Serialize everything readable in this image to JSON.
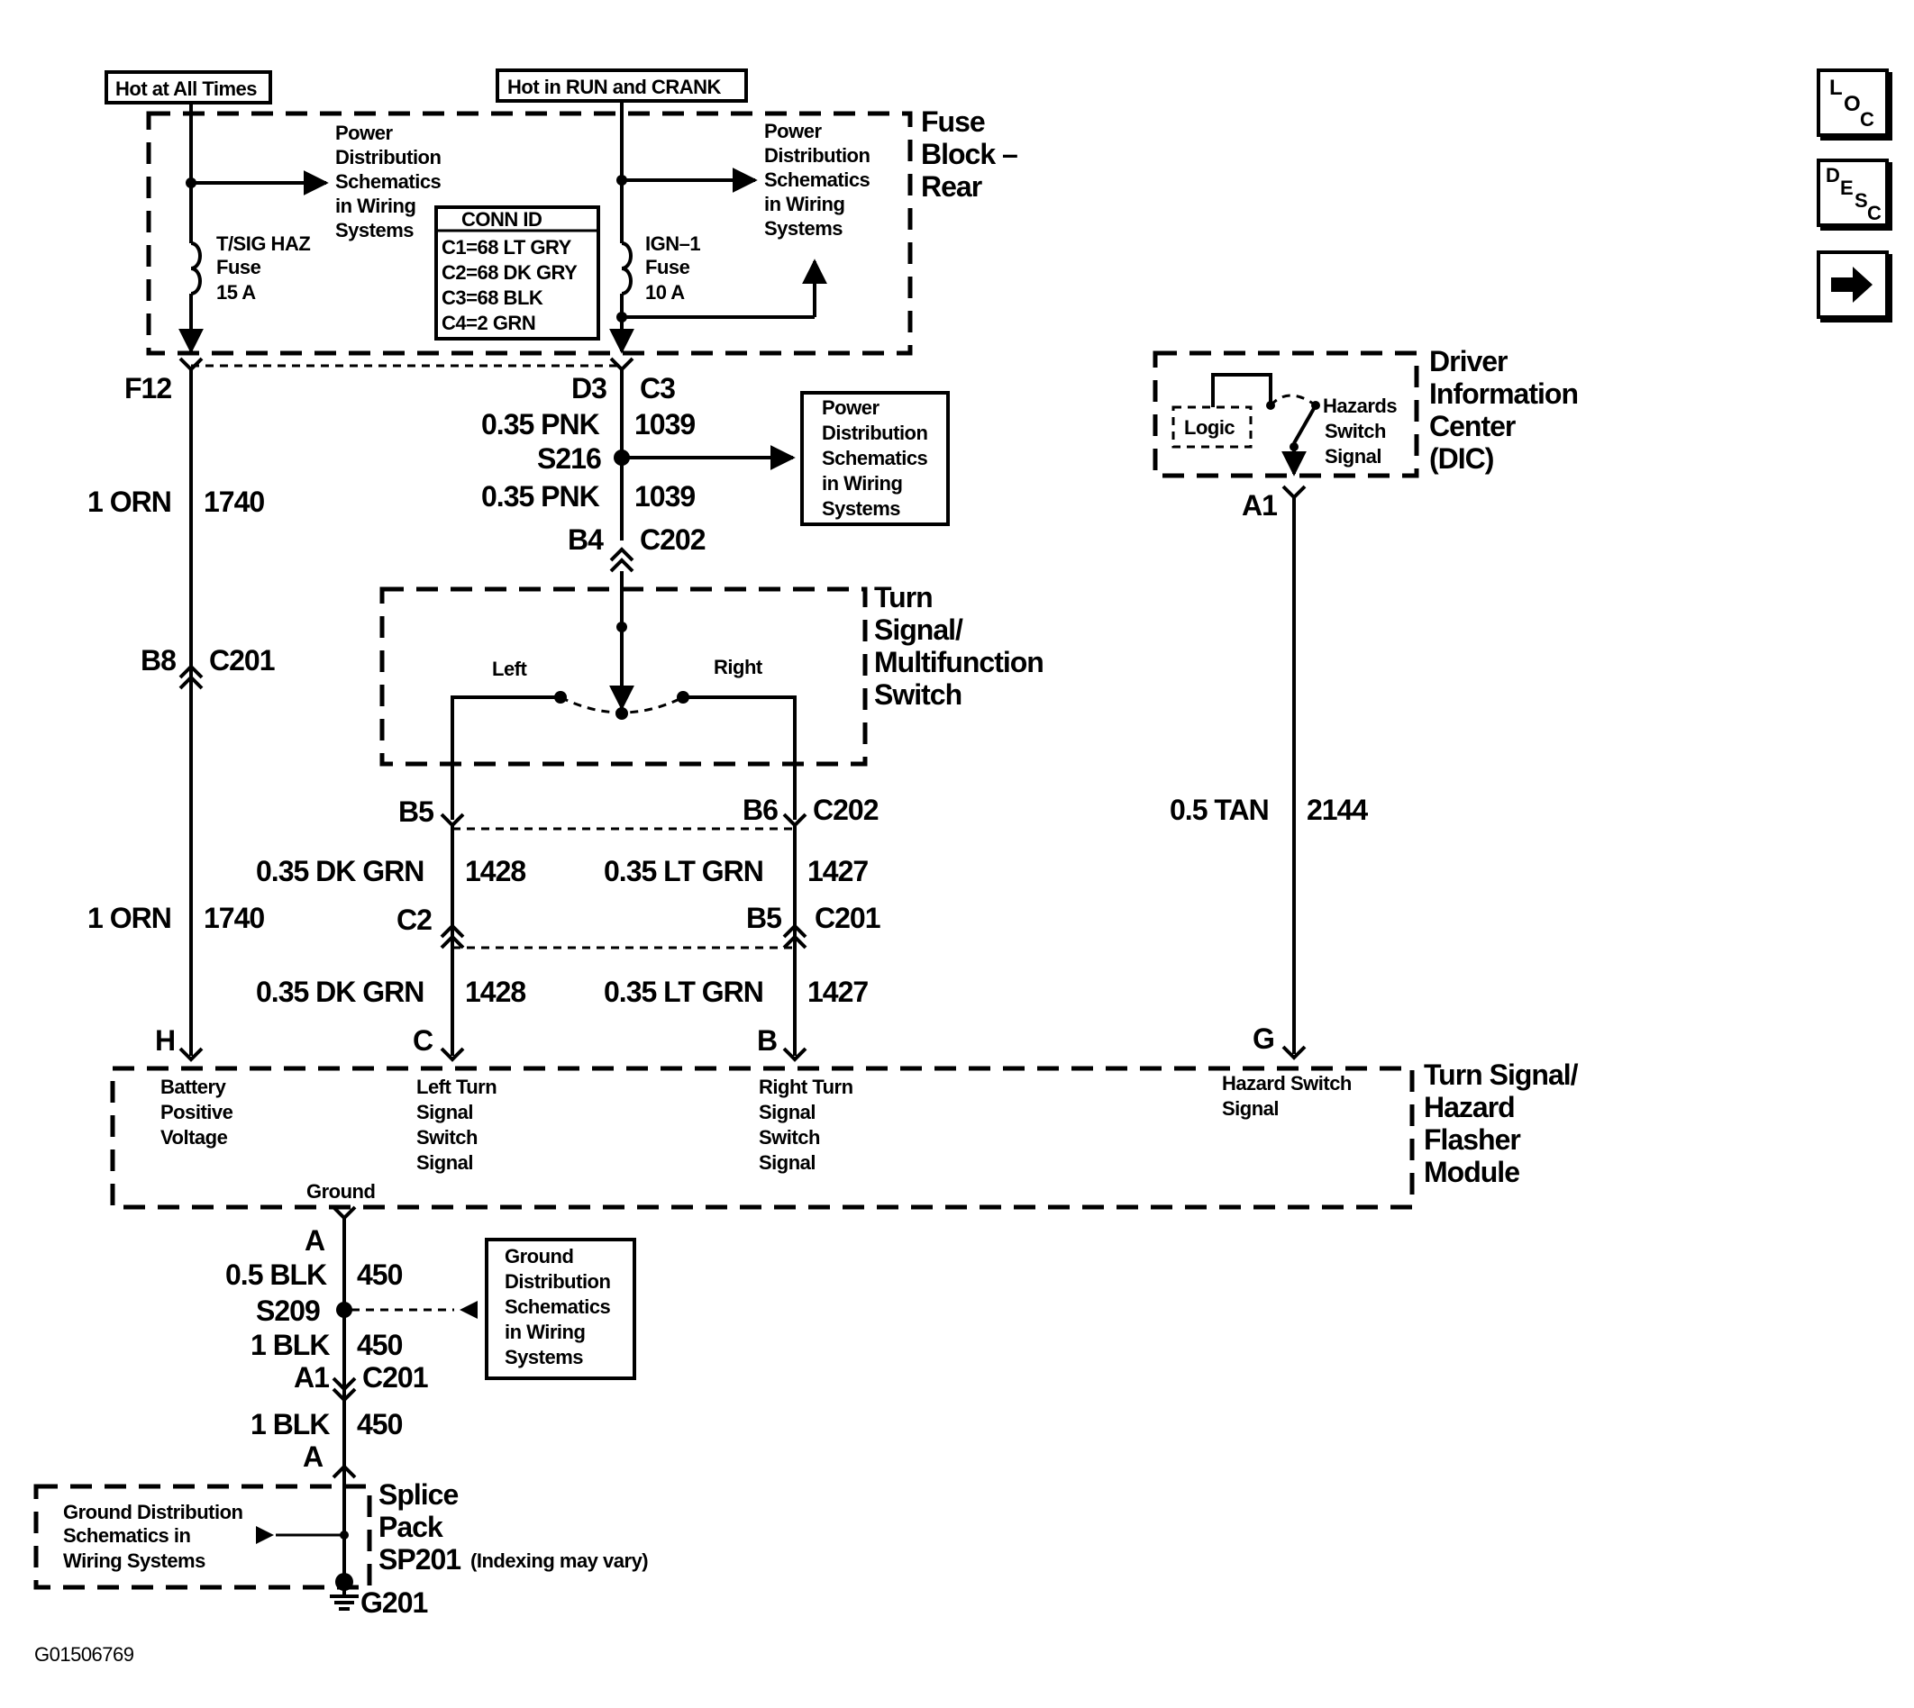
{
  "header": {
    "hot_at_all_times": "Hot at All Times",
    "hot_in_run_crank": "Hot in RUN and CRANK"
  },
  "fuse_block": {
    "title_line1": "Fuse",
    "title_line2": "Block –",
    "title_line3": "Rear",
    "fuse_tsig_line1": "T/SIG HAZ",
    "fuse_tsig_line2": "Fuse",
    "fuse_tsig_line3": "15 A",
    "fuse_ign_line1": "IGN–1",
    "fuse_ign_line2": "Fuse",
    "fuse_ign_line3": "10 A",
    "conn_id_title": "CONN ID",
    "conn_id_rows": [
      "C1=68 LT GRY",
      "C2=68 DK GRY",
      "C3=68 BLK",
      "C4=2 GRN"
    ]
  },
  "ref_power": [
    "Power",
    "Distribution",
    "Schematics",
    "in Wiring",
    "Systems"
  ],
  "ref_ground": [
    "Ground",
    "Distribution",
    "Schematics",
    "in Wiring",
    "Systems"
  ],
  "ref_ground_splice": [
    "Ground Distribution",
    "Schematics in",
    "Wiring Systems"
  ],
  "labels": {
    "f12": "F12",
    "d3": "D3",
    "c3": "C3",
    "orn1": "1 ORN",
    "n1740": "1740",
    "pnk1": "0.35 PNK",
    "n1039a": "1039",
    "s216": "S216",
    "pnk2": "0.35 PNK",
    "n1039b": "1039",
    "b4": "B4",
    "c202a": "C202",
    "b8": "B8",
    "c201a": "C201",
    "b5a": "B5",
    "b6": "B6",
    "c202b": "C202",
    "dkgrn1": "0.35 DK GRN",
    "n1428a": "1428",
    "ltgrn1": "0.35 LT GRN",
    "n1427a": "1427",
    "orn2": "1 ORN",
    "n1740b": "1740",
    "c2": "C2",
    "b5b": "B5",
    "c201b": "C201",
    "dkgrn2": "0.35 DK GRN",
    "n1428b": "1428",
    "ltgrn2": "0.35 LT GRN",
    "n1427b": "1427",
    "h": "H",
    "c": "C",
    "b": "B",
    "g": "G",
    "a1_dic": "A1",
    "tan": "0.5 TAN",
    "n2144": "2144",
    "ground": "Ground",
    "a_top": "A",
    "blk05": "0.5 BLK",
    "n450a": "450",
    "s209": "S209",
    "blk1a": "1 BLK",
    "n450b": "450",
    "a1": "A1",
    "c201c": "C201",
    "blk1b": "1 BLK",
    "n450c": "450",
    "a_bot": "A",
    "g201": "G201",
    "figure_id": "G01506769"
  },
  "turn_switch": {
    "title": [
      "Turn",
      "Signal/",
      "Multifunction",
      "Switch"
    ],
    "left": "Left",
    "right": "Right"
  },
  "dic": {
    "title": [
      "Driver",
      "Information",
      "Center",
      "(DIC)"
    ],
    "logic": "Logic",
    "hazards": [
      "Hazards",
      "Switch",
      "Signal"
    ]
  },
  "module": {
    "title": [
      "Turn Signal/",
      "Hazard",
      "Flasher",
      "Module"
    ],
    "battery": [
      "Battery",
      "Positive",
      "Voltage"
    ],
    "left_turn": [
      "Left Turn",
      "Signal",
      "Switch",
      "Signal"
    ],
    "right_turn": [
      "Right Turn",
      "Signal",
      "Switch",
      "Signal"
    ],
    "hazard": [
      "Hazard Switch",
      "Signal"
    ]
  },
  "splice_pack": {
    "title": [
      "Splice",
      "Pack",
      "SP201"
    ],
    "note": "(Indexing may vary)"
  },
  "nav": {
    "loc": [
      "L",
      "O",
      "C"
    ],
    "desc": [
      "D",
      "E",
      "S",
      "C"
    ],
    "next_icon": "arrow-right"
  }
}
